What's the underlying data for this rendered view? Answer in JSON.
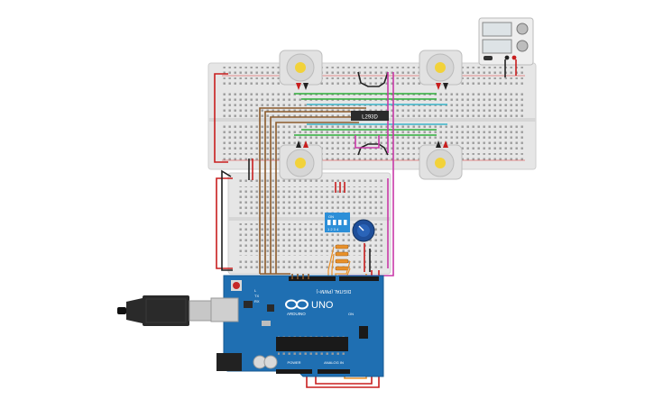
{
  "arduino": {
    "brand": "ARDUINO",
    "model": "UNO",
    "digital_label": "DIGITAL (PWM~)",
    "power_label": "POWER",
    "analog_label": "ANALOG IN",
    "tx": "TX",
    "rx": "RX",
    "on": "ON",
    "l": "L"
  },
  "ic_chip": {
    "label": "L293D"
  },
  "dip_switch": {
    "on_label": "ON",
    "numbers": "1 2 3 4"
  },
  "colors": {
    "breadboard": "#e6e6e6",
    "arduino_board": "#1f6fb2",
    "wire_red": "#c81e1e",
    "wire_black": "#222222",
    "wire_brown": "#8b5a2b",
    "wire_magenta": "#c83aa8",
    "wire_green": "#2fae3a",
    "wire_cyan": "#3ab4c8",
    "wire_orange": "#e8902a",
    "motor_yellow": "#f2d23a"
  },
  "icons": [
    "usb-cable-icon",
    "dc-motor-icon",
    "power-supply-icon",
    "potentiometer-icon",
    "dip-switch-icon",
    "resistor-icon"
  ]
}
